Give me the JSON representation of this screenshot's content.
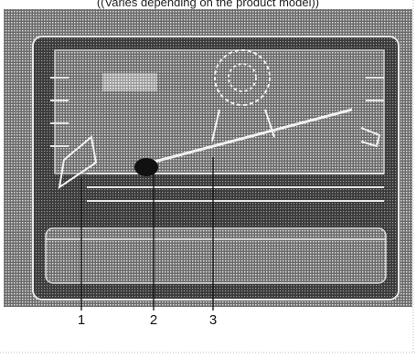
{
  "caption": "((Varies depending on the product model))",
  "callouts": [
    "1",
    "2",
    "3"
  ]
}
